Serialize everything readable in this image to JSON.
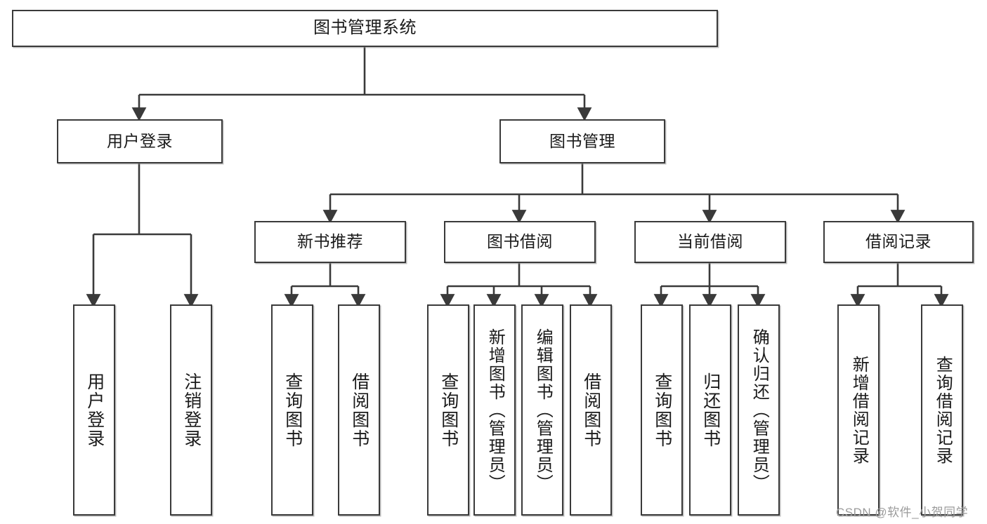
{
  "diagram": {
    "title": "图书管理系统",
    "type": "hierarchy-tree",
    "levels": 4,
    "root": {
      "label": "图书管理系统"
    },
    "level2": [
      {
        "label": "用户登录"
      },
      {
        "label": "图书管理"
      }
    ],
    "level3": [
      {
        "label": "新书推荐"
      },
      {
        "label": "图书借阅"
      },
      {
        "label": "当前借阅"
      },
      {
        "label": "借阅记录"
      }
    ],
    "leaves": [
      {
        "label": "用户登录",
        "parent": "用户登录"
      },
      {
        "label": "注销登录",
        "parent": "用户登录"
      },
      {
        "label": "查询图书",
        "parent": "新书推荐"
      },
      {
        "label": "借阅图书",
        "parent": "新书推荐"
      },
      {
        "label": "查询图书",
        "parent": "图书借阅"
      },
      {
        "label": "新增图书（管理员）",
        "parent": "图书借阅"
      },
      {
        "label": "编辑图书（管理员）",
        "parent": "图书借阅"
      },
      {
        "label": "借阅图书",
        "parent": "图书借阅"
      },
      {
        "label": "查询图书",
        "parent": "当前借阅"
      },
      {
        "label": "归还图书",
        "parent": "当前借阅"
      },
      {
        "label": "确认归还（管理员）",
        "parent": "当前借阅"
      },
      {
        "label": "新增借阅记录",
        "parent": "借阅记录"
      },
      {
        "label": "查询借阅记录",
        "parent": "借阅记录"
      }
    ]
  },
  "watermark": {
    "text": "CSDN @软件_小贺同学"
  },
  "colors": {
    "border": "#3a3a3a",
    "text": "#1a1a1a",
    "background": "#ffffff",
    "watermark": "#9b9b9b"
  }
}
